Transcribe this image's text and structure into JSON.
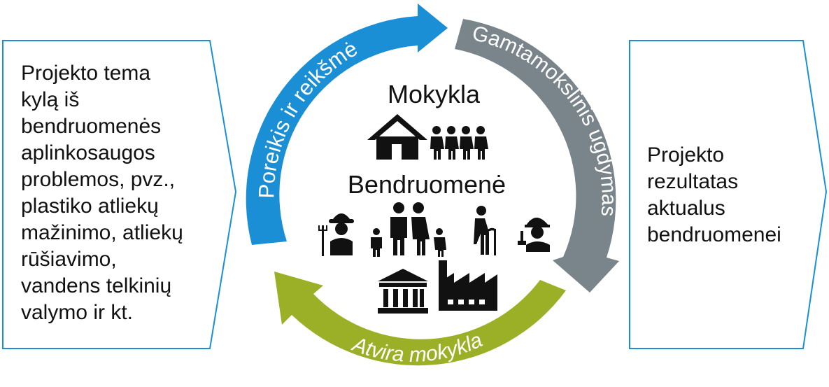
{
  "left_box": {
    "lines": [
      "Projekto tema",
      "kylą iš",
      "bendruomenės",
      "aplinkosaugos",
      "problemos, pvz.,",
      "plastiko atliekų",
      "mažinimo, atliekų",
      "rūšiavimo,",
      "vandens telkinių",
      "valymo ir kt."
    ]
  },
  "right_box": {
    "lines": [
      "Projekto",
      "rezultatas",
      "aktualus",
      "bendruomenei"
    ]
  },
  "cycle": {
    "arrows": [
      {
        "label": "Poreikis ir reikšmė",
        "color": "#1a8fd6"
      },
      {
        "label": "Gamtamokslinis ugdymas",
        "color": "#7a858b"
      },
      {
        "label": "Atvira mokykla",
        "color": "#9cb027"
      }
    ]
  },
  "center": {
    "school_title": "Mokykla",
    "community_title": "Bendruomenė",
    "icons": [
      "house-icon",
      "children-icon",
      "farmer-icon",
      "family-icon",
      "elderly-icon",
      "worker-icon",
      "institution-icon",
      "factory-icon"
    ]
  },
  "colors": {
    "chevron_outline": "#1a8fd6",
    "text": "#111111"
  }
}
